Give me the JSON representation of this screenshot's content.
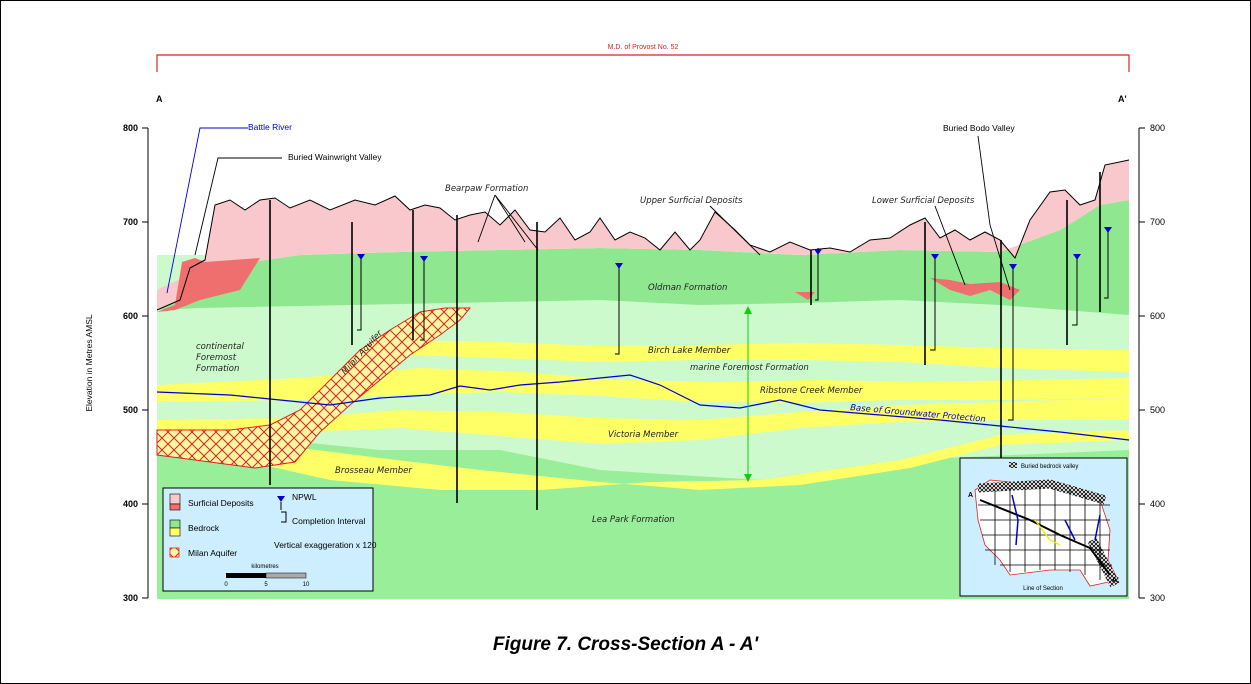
{
  "figure": {
    "caption": "Figure 7. Cross-Section A - A'",
    "district_label": "M.D. of Provost No. 52",
    "end_left": "A",
    "end_right": "A'"
  },
  "axis": {
    "ylabel": "Elevation in Metres AMSL",
    "ticks": [
      "800",
      "700",
      "600",
      "500",
      "400",
      "300"
    ]
  },
  "features": {
    "battle_river": "Battle River",
    "buried_wainwright": "Buried Wainwright Valley",
    "bearpaw": "Bearpaw Formation",
    "upper_surficial": "Upper Surficial Deposits",
    "lower_surficial": "Lower Surficial Deposits",
    "buried_bodo": "Buried Bodo Valley",
    "oldman": "Oldman Formation",
    "continental_foremost_1": "continental",
    "continental_foremost_2": "Foremost",
    "continental_foremost_3": "Formation",
    "milan_aquifer": "Milan Aquifer",
    "birch_lake": "Birch Lake Member",
    "marine_foremost": "marine Foremost Formation",
    "ribstone": "Ribstone Creek Member",
    "base_gw": "Base of Groundwater Protection",
    "victoria": "Victoria Member",
    "brosseau": "Brosseau Member",
    "lea_park": "Lea Park Formation"
  },
  "legend": {
    "surficial": "Surficial Deposits",
    "bedrock": "Bedrock",
    "milan": "Milan Aquifer",
    "npwl": "NPWL",
    "completion": "Completion Interval",
    "vertical_exag": "Vertical exaggeration x 120",
    "scale_title": "kilometres",
    "scale_0": "0",
    "scale_5": "5",
    "scale_10": "10"
  },
  "inset": {
    "title": "Buried bedrock valley",
    "line_label": "Line of Section",
    "a": "A",
    "a_prime": "A'"
  },
  "colors": {
    "surficial_upper": "#f9c8cc",
    "surficial_lower": "#ef6f6f",
    "bedrock_upper": "#8fe88f",
    "bedrock_lower": "#ccfacc",
    "sandstone": "#ffff66",
    "lea_park": "#99ee99",
    "milan_hatch": "#dd2222",
    "river": "#0000cc"
  }
}
